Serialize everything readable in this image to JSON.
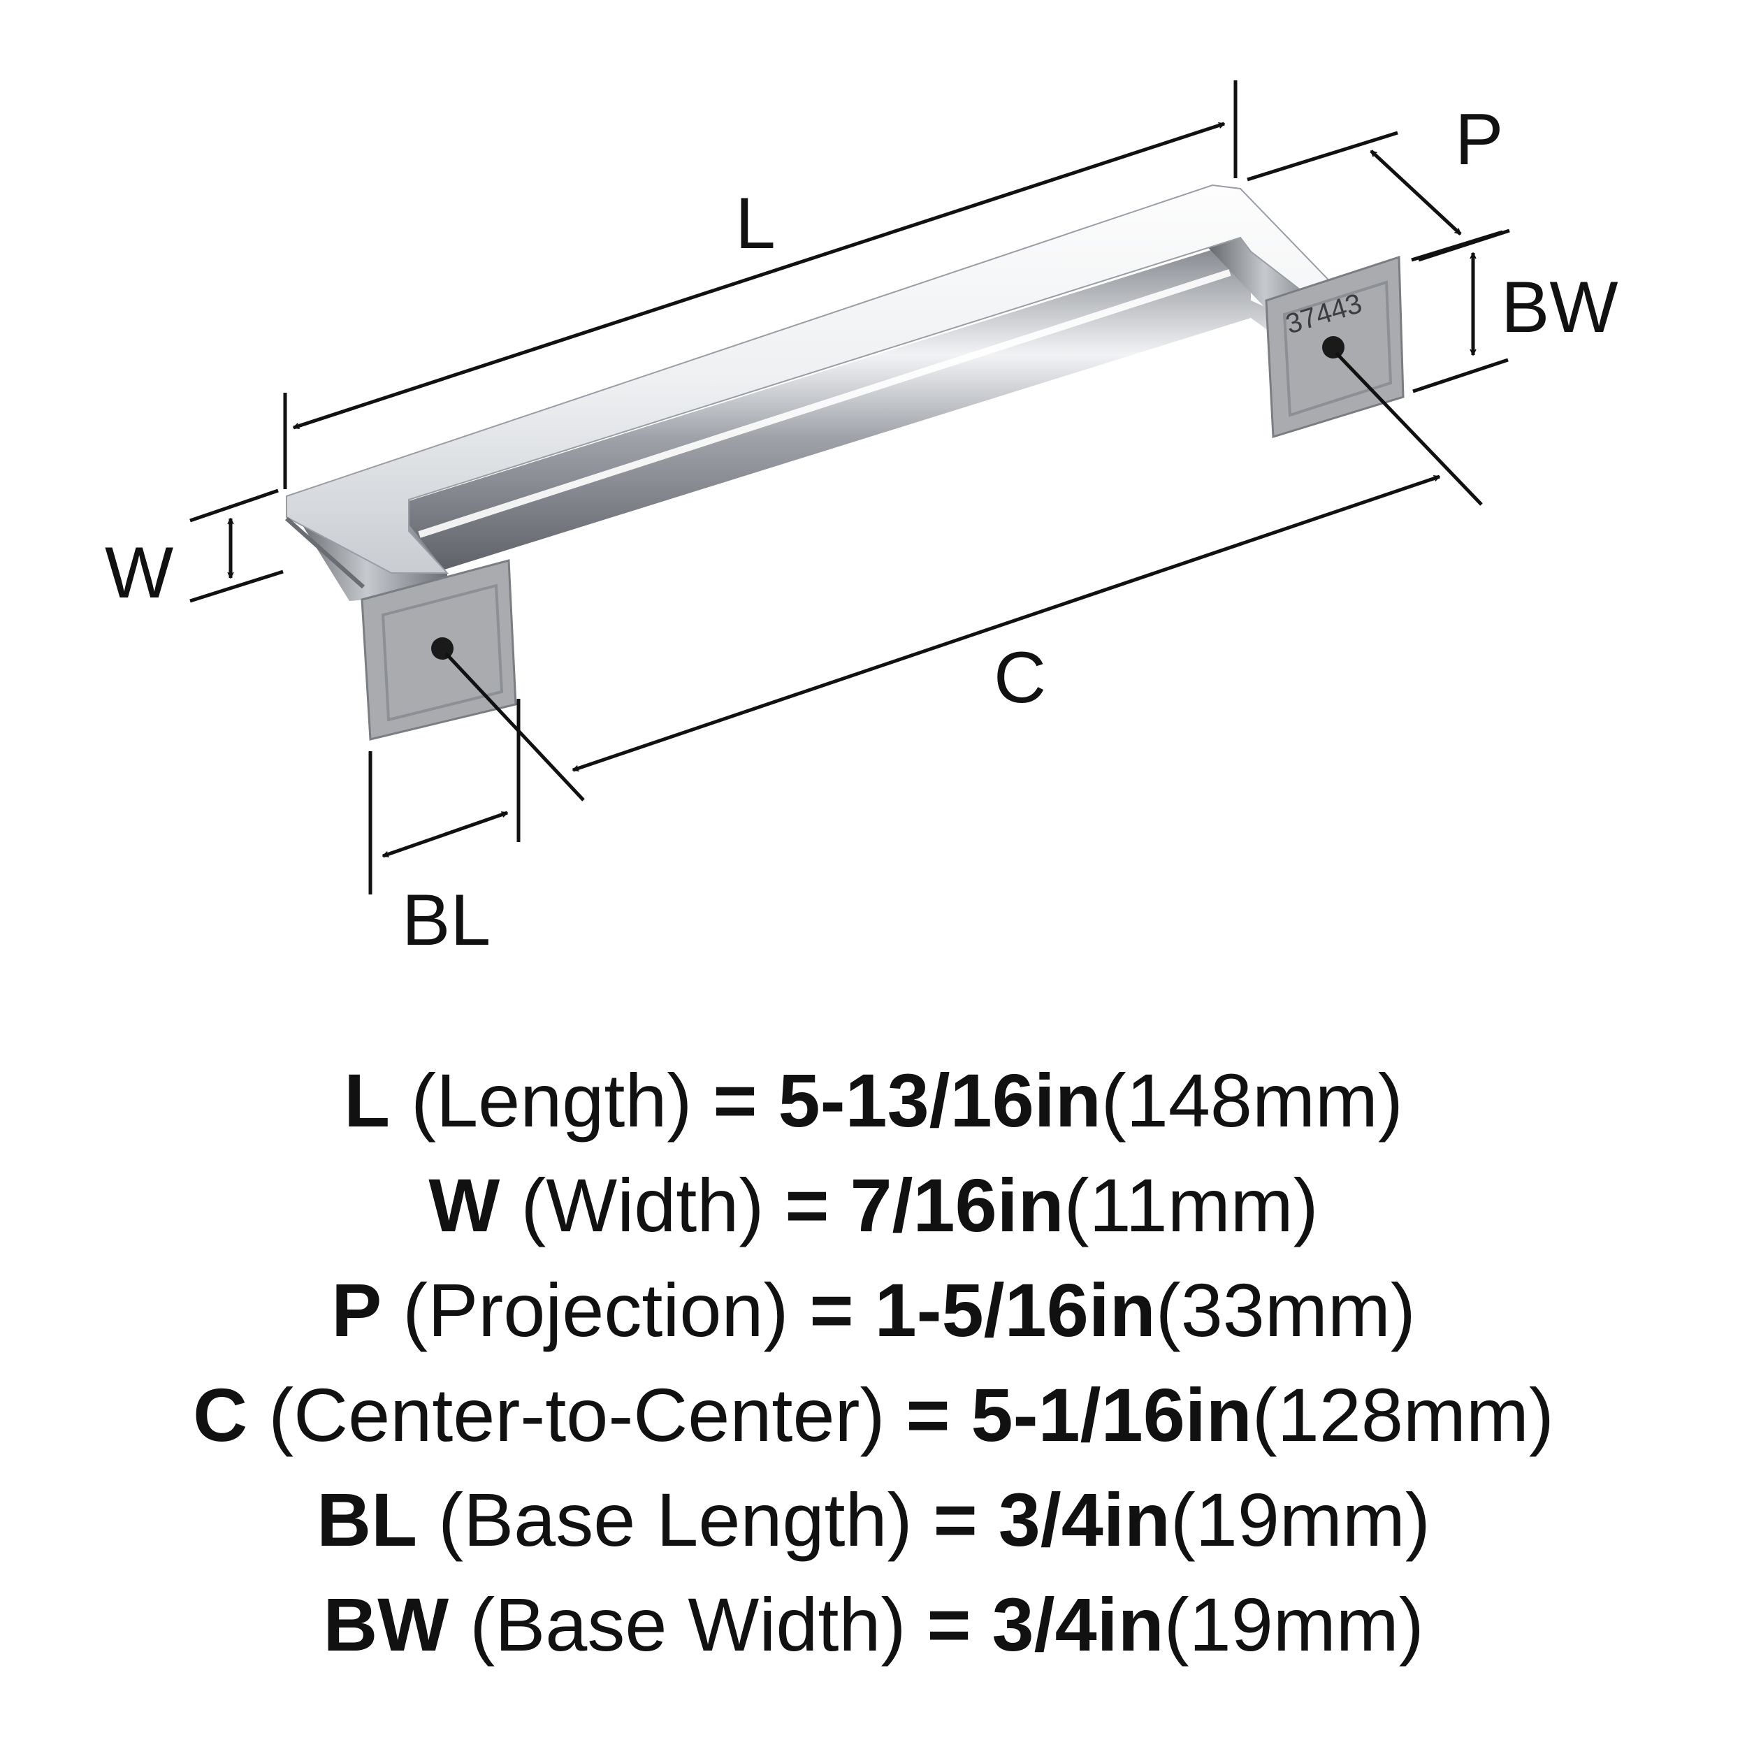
{
  "diagram": {
    "labels": {
      "L": "L",
      "W": "W",
      "P": "P",
      "BW": "BW",
      "C": "C",
      "BL": "BL"
    },
    "part_marking": "37443",
    "finish_colors": {
      "chrome_light": "#f4f4f6",
      "chrome_mid": "#b9bcc2",
      "chrome_dark": "#4a4d52",
      "base_matte": "#a9abaf",
      "line": "#111111"
    }
  },
  "specs": [
    {
      "key": "L",
      "desc": "(Length)",
      "eq": "=",
      "imperial": "5-13/16in",
      "metric": "(148mm)"
    },
    {
      "key": "W",
      "desc": "(Width)",
      "eq": "=",
      "imperial": "7/16in",
      "metric": "(11mm)"
    },
    {
      "key": "P",
      "desc": "(Projection)",
      "eq": "=",
      "imperial": "1-5/16in",
      "metric": "(33mm)"
    },
    {
      "key": "C",
      "desc": "(Center-to-Center)",
      "eq": "=",
      "imperial": "5-1/16in",
      "metric": "(128mm)"
    },
    {
      "key": "BL",
      "desc": "(Base Length)",
      "eq": "=",
      "imperial": "3/4in",
      "metric": "(19mm)"
    },
    {
      "key": "BW",
      "desc": "(Base Width)",
      "eq": "=",
      "imperial": "3/4in",
      "metric": "(19mm)"
    }
  ]
}
